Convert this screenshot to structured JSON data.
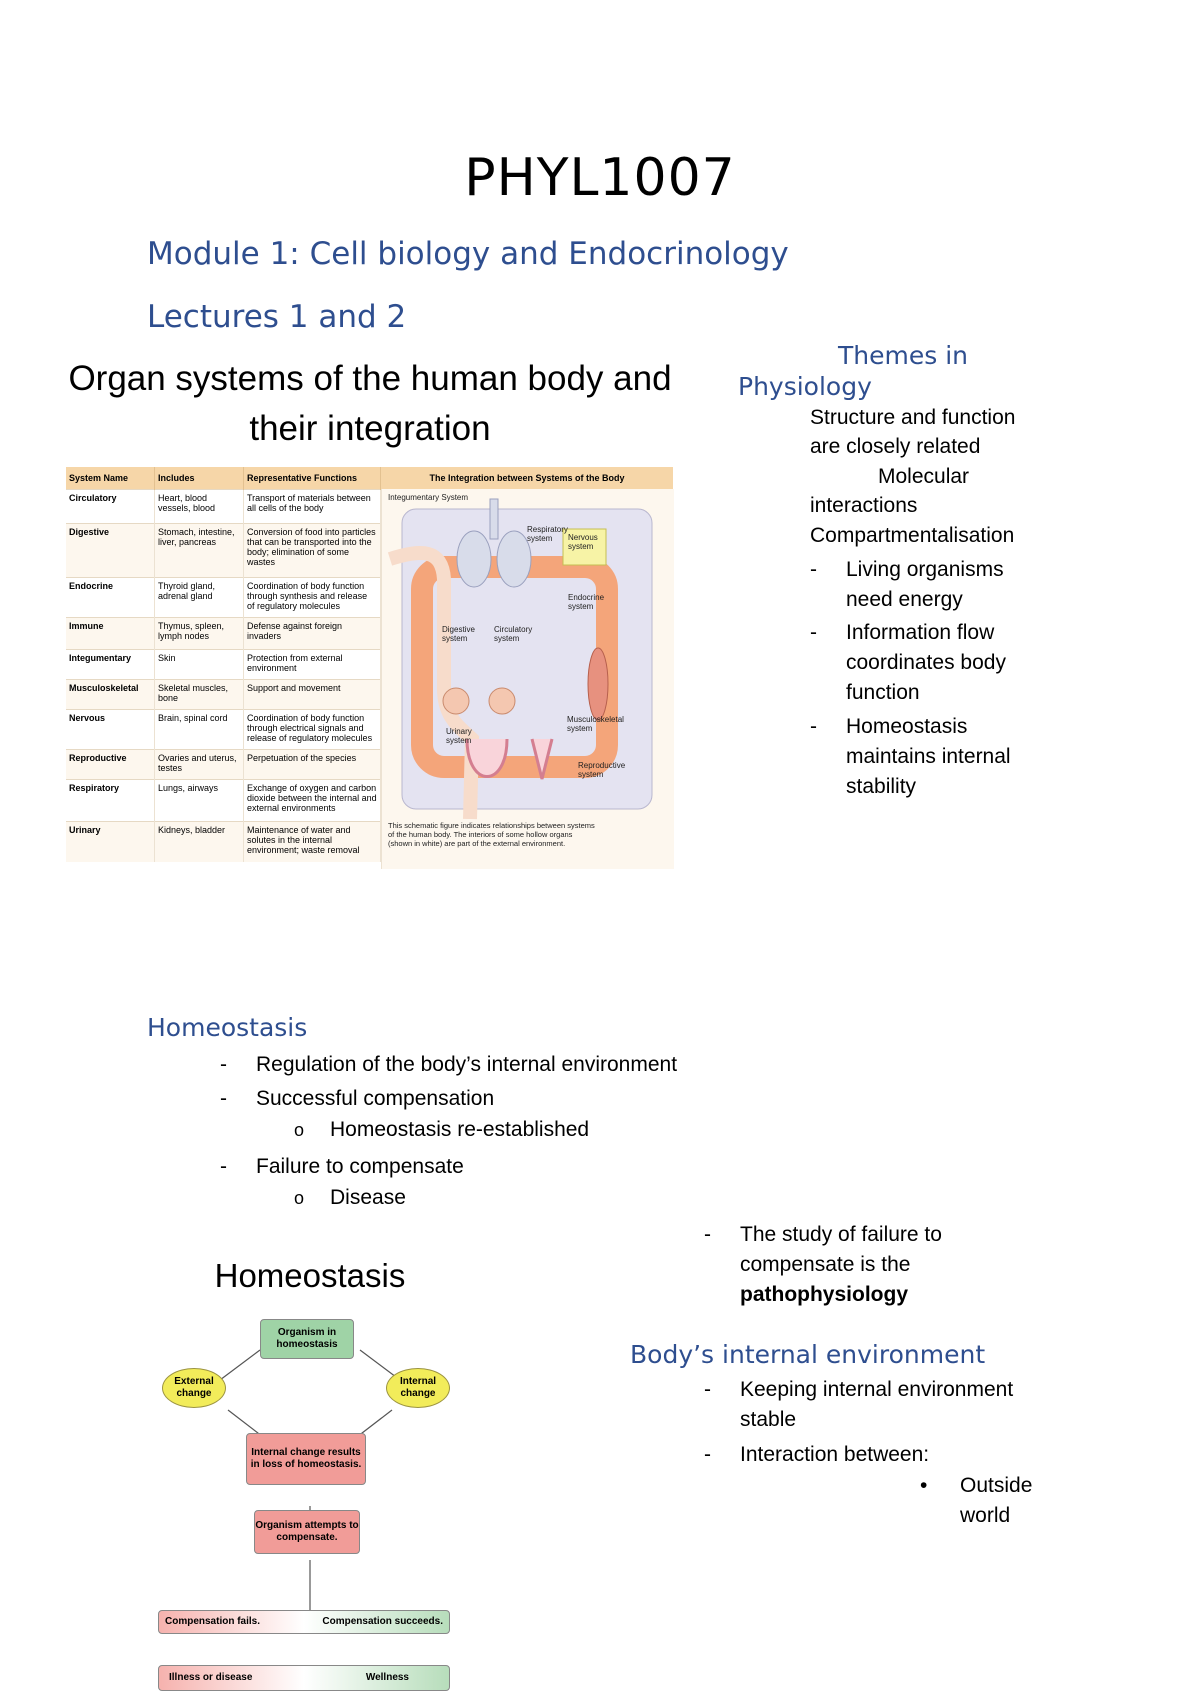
{
  "document": {
    "title": "PHYL1007",
    "module": "Module 1: Cell biology and Endocrinology",
    "lectures": "Lectures 1 and 2"
  },
  "organ_slide": {
    "title_line1": "Organ systems of the human body and",
    "title_line2": "their integration",
    "table_headers": [
      "System Name",
      "Includes",
      "Representative Functions"
    ],
    "rows": [
      {
        "system": "Circulatory",
        "includes": "Heart, blood vessels, blood",
        "functions": "Transport of materials between all cells of the body"
      },
      {
        "system": "Digestive",
        "includes": "Stomach, intestine, liver, pancreas",
        "functions": "Conversion of food into particles that can be transported into the body; elimination of some wastes"
      },
      {
        "system": "Endocrine",
        "includes": "Thyroid gland, adrenal gland",
        "functions": "Coordination of body function through synthesis and release of regulatory molecules"
      },
      {
        "system": "Immune",
        "includes": "Thymus, spleen, lymph nodes",
        "functions": "Defense against foreign invaders"
      },
      {
        "system": "Integumentary",
        "includes": "Skin",
        "functions": "Protection from external environment"
      },
      {
        "system": "Musculoskeletal",
        "includes": "Skeletal muscles, bone",
        "functions": "Support and movement"
      },
      {
        "system": "Nervous",
        "includes": "Brain, spinal cord",
        "functions": "Coordination of body function through electrical signals and release of regulatory molecules"
      },
      {
        "system": "Reproductive",
        "includes": "Ovaries and uterus, testes",
        "functions": "Perpetuation of the species"
      },
      {
        "system": "Respiratory",
        "includes": "Lungs, airways",
        "functions": "Exchange of oxygen and carbon dioxide between the internal and external environments"
      },
      {
        "system": "Urinary",
        "includes": "Kidneys, bladder",
        "functions": "Maintenance of water and solutes in the internal environment; waste removal"
      }
    ],
    "diagram_header": "The Integration between Systems of the Body",
    "diagram_labels": {
      "integumentary": "Integumentary System",
      "respiratory": "Respiratory system",
      "nervous": "Nervous system",
      "endocrine": "Endocrine system",
      "digestive": "Digestive system",
      "circulatory": "Circulatory system",
      "musculoskeletal": "Musculoskeletal system",
      "urinary": "Urinary system",
      "reproductive": "Reproductive system"
    },
    "diagram_caption": "This schematic figure indicates relationships between systems of the human body. The interiors of some hollow organs (shown in white) are part of the external environment."
  },
  "themes": {
    "heading_line1": "Themes in",
    "heading_line2": "Physiology",
    "line1": "Structure and function",
    "line2": "are closely related",
    "line3": "Molecular",
    "line4": "interactions",
    "line5": "Compartmentalisation",
    "bullets": [
      {
        "l1": "Living organisms",
        "l2": "need energy"
      },
      {
        "l1": "Information flow",
        "l2": "coordinates body",
        "l3": "function"
      },
      {
        "l1": "Homeostasis",
        "l2": "maintains internal",
        "l3": "stability"
      }
    ]
  },
  "homeostasis": {
    "heading": "Homeostasis",
    "items": [
      "Regulation of the body’s internal environment",
      "Successful compensation",
      "Homeostasis re-established",
      "Failure to compensate",
      "Disease"
    ],
    "dash_marker": "-",
    "circle_marker": "o"
  },
  "flowchart": {
    "title": "Homeostasis",
    "organism": "Organism in homeostasis",
    "external": "External change",
    "internal": "Internal change",
    "loss": "Internal change results in loss of homeostasis.",
    "attempts": "Organism attempts to compensate.",
    "fails": "Compensation fails.",
    "succeeds": "Compensation succeeds.",
    "illness": "Illness or disease",
    "wellness": "Wellness"
  },
  "right_notes": {
    "patho_l1": "The study of failure to",
    "patho_l2": "compensate is the",
    "patho_l3": "pathophysiology",
    "internal_heading": "Body’s internal environment",
    "keep_l1": "Keeping internal environment",
    "keep_l2": "stable",
    "interaction": "Interaction between:",
    "outside_l1": "Outside",
    "outside_l2": "world",
    "bullet": "•"
  },
  "colors": {
    "heading_blue": "#2e4e8f",
    "table_header": "#f6d6a8",
    "flow_green": "#9fd3a6",
    "flow_red": "#f19c98",
    "flow_yellow": "#f2ec5a",
    "vessel_orange": "#f4a57a"
  }
}
